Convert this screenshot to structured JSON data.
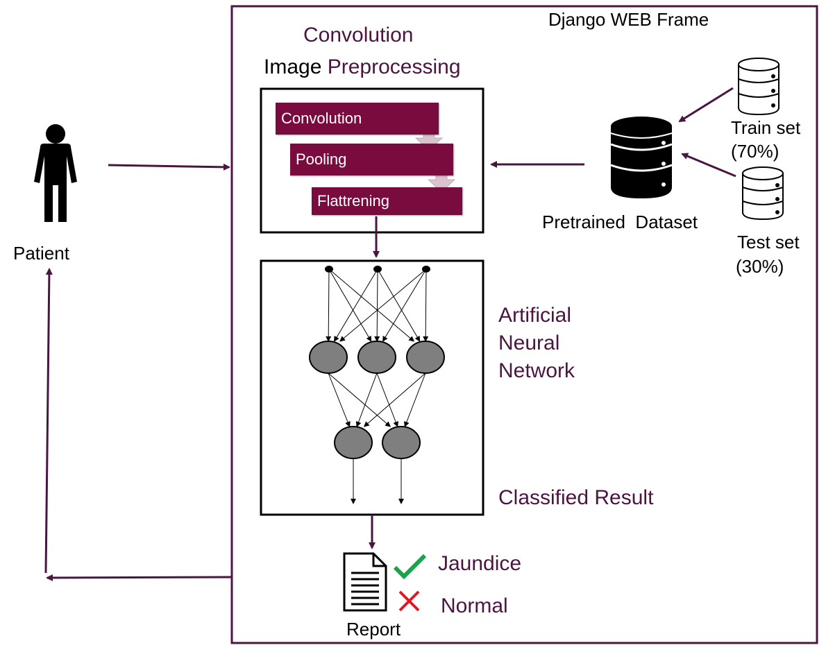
{
  "frame": {
    "title": "Django WEB Frame"
  },
  "patient": {
    "label": "Patient",
    "icon": "person-icon"
  },
  "preprocessing": {
    "heading_line1": "Convolution",
    "heading_line2_a": "Image",
    "heading_line2_b": "Preprocessing",
    "stages": [
      "Convolution",
      "Pooling",
      "Flattrening"
    ]
  },
  "dataset": {
    "label_a": "Pretrained",
    "label_b": "Dataset",
    "train_label": "Train set",
    "train_pct": "(70%)",
    "test_label": "Test set",
    "test_pct": "(30%)"
  },
  "ann": {
    "label_line1": "Artificial",
    "label_line2": "Neural",
    "label_line3": "Network",
    "result_label": "Classified Result",
    "layers": [
      3,
      3,
      2
    ]
  },
  "report": {
    "label": "Report",
    "positive": "Jaundice",
    "negative": "Normal",
    "positive_icon": "checkmark-icon",
    "negative_icon": "cross-icon"
  },
  "colors": {
    "accent": "#7a0b3f",
    "arrow": "#4a1540",
    "node": "#7f7f7f",
    "check": "#1aa34a",
    "cross": "#e8141c"
  }
}
